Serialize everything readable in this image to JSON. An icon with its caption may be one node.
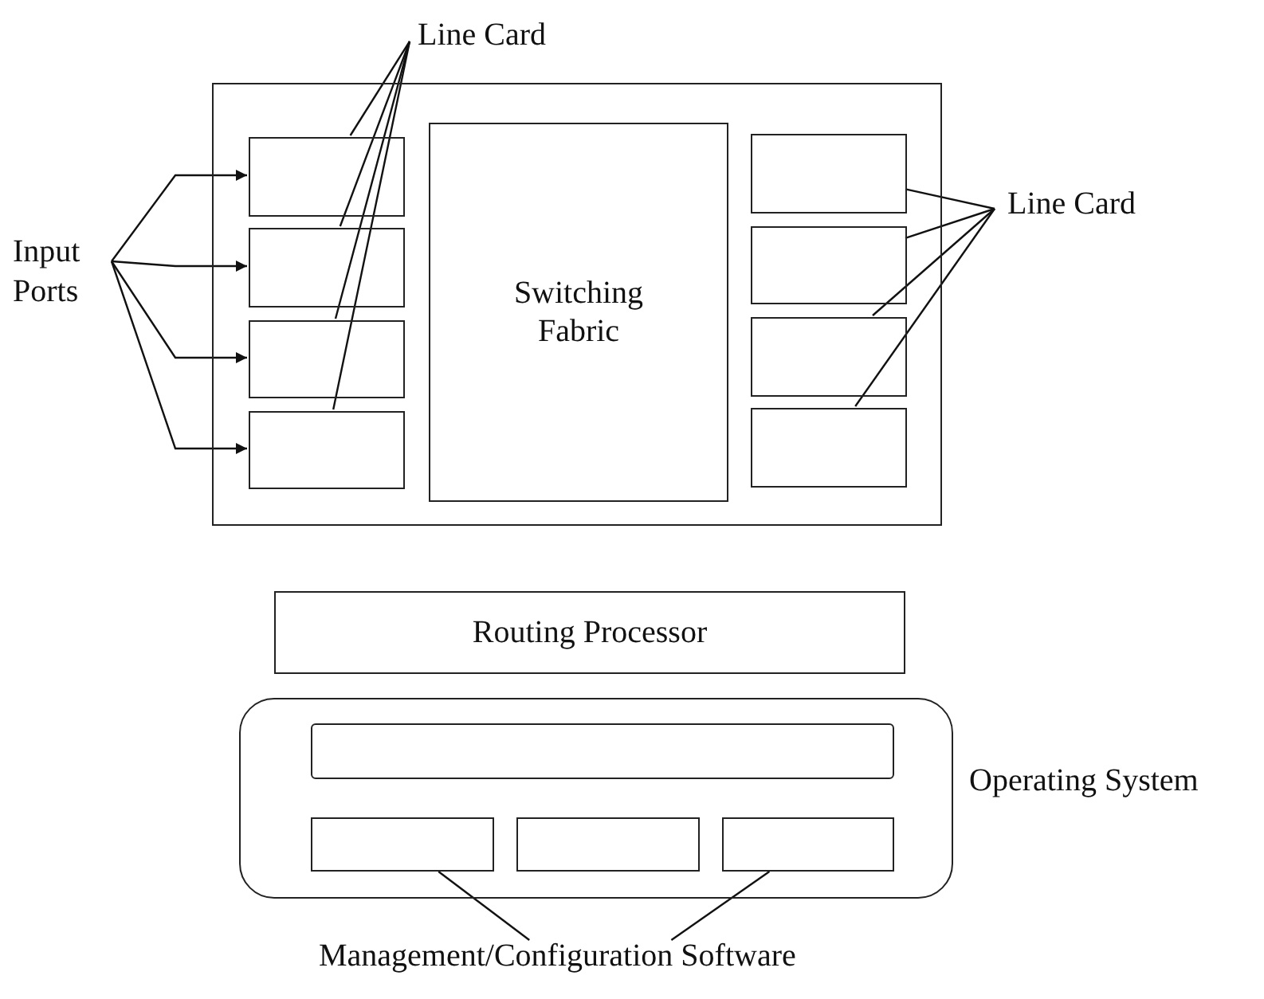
{
  "diagram": {
    "nodes": [
      {
        "text": [
          "Line Card"
        ]
      },
      {
        "text": [
          "Input Ports"
        ]
      },
      {
        "text": [],
        "shape": "box"
      },
      {
        "text": [],
        "shape": "box",
        "in": 2
      },
      {
        "text": [],
        "shape": "box",
        "in": 2
      },
      {
        "text": [],
        "shape": "box",
        "in": 2
      },
      {
        "text": [],
        "shape": "box",
        "in": 2
      },
      {
        "text": [
          "Switching Fabric"
        ],
        "in": 2
      },
      {
        "text": [],
        "shape": "box",
        "in": 2
      },
      {
        "text": [],
        "shape": "box",
        "in": 2
      },
      {
        "text": [],
        "shape": "box",
        "in": 2
      },
      {
        "text": [],
        "shape": "box",
        "in": 2
      },
      {
        "text": [
          "Line Card"
        ]
      },
      {
        "text": [
          "Routing Processor"
        ]
      },
      {
        "text": [
          "Operating System"
        ]
      },
      {
        "text": [],
        "shape": "bar",
        "in": 14
      },
      {
        "text": [],
        "shape": "box",
        "in": 14
      },
      {
        "text": [],
        "shape": "box",
        "in": 14
      },
      {
        "text": [],
        "shape": "box",
        "in": 14
      },
      {
        "text": [
          "Management/Configuration Software"
        ]
      }
    ],
    "edges": [
      {
        "from": 1,
        "to": 3,
        "arrow": "to"
      },
      {
        "from": 1,
        "to": 4,
        "arrow": "to"
      },
      {
        "from": 1,
        "to": 5,
        "arrow": "to"
      },
      {
        "from": 1,
        "to": 6,
        "arrow": "to"
      },
      {
        "from": 0,
        "to": 3,
        "arrow": "none"
      },
      {
        "from": 0,
        "to": 4,
        "arrow": "none"
      },
      {
        "from": 0,
        "to": 5,
        "arrow": "none"
      },
      {
        "from": 0,
        "to": 6,
        "arrow": "none"
      },
      {
        "from": 12,
        "to": 8,
        "arrow": "none"
      },
      {
        "from": 12,
        "to": 9,
        "arrow": "none"
      },
      {
        "from": 12,
        "to": 10,
        "arrow": "none"
      },
      {
        "from": 12,
        "to": 11,
        "arrow": "none"
      },
      {
        "from": 19,
        "to": 16,
        "arrow": "none"
      },
      {
        "from": 19,
        "to": 18,
        "arrow": "none"
      }
    ]
  }
}
